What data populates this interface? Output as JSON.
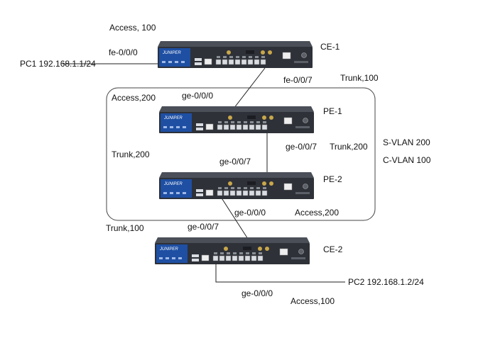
{
  "devices": [
    {
      "id": "ce1",
      "label": "CE-1",
      "brand": "JUNIPER"
    },
    {
      "id": "pe1",
      "label": "PE-1",
      "brand": "JUNIPER"
    },
    {
      "id": "pe2",
      "label": "PE-2",
      "brand": "JUNIPER"
    },
    {
      "id": "ce2",
      "label": "CE-2",
      "brand": "JUNIPER"
    }
  ],
  "labels": {
    "ce1_access": "Access, 100",
    "ce1_fe000": "fe-0/0/0",
    "pc1": "PC1 192.168.1.1/24",
    "ce1_fe007": "fe-0/0/7",
    "ce1_trunk": "Trunk,100",
    "pe1_access": "Access,200",
    "pe1_ge000": "ge-0/0/0",
    "pe1_ge007": "ge-0/0/7",
    "pe1_trunk": "Trunk,200",
    "svlan": "S-VLAN 200",
    "cvlan": "C-VLAN 100",
    "pe2_trunk": "Trunk,200",
    "pe2_ge007": "ge-0/0/7",
    "pe2_ge000": "ge-0/0/0",
    "pe2_access": "Access,200",
    "ce2_trunk": "Trunk,100",
    "ce2_ge007": "ge-0/0/7",
    "pc2": "PC2 192.168.1.2/24",
    "ce2_ge000": "ge-0/0/0",
    "ce2_access": "Access,100"
  },
  "colors": {
    "chassis": "#2e3138",
    "chassis_top": "#4a4f58",
    "front_panel": "#1e4fa3",
    "port": "#d9dde2",
    "line": "#222222",
    "cloud_border": "#444444"
  }
}
